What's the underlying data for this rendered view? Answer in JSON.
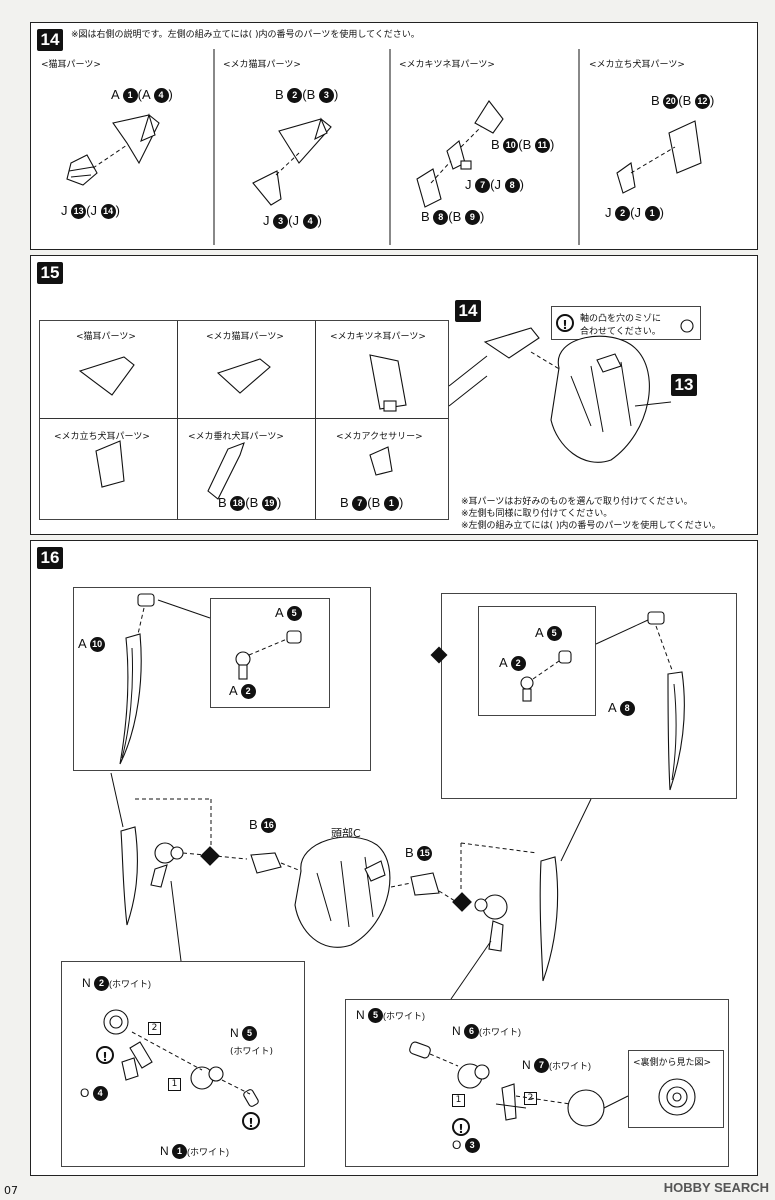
{
  "step14": {
    "number": "14",
    "note": "※図は右側の説明です。左側の組み立てには(  )内の番号のパーツを使用してください。",
    "columns": [
      {
        "title": "<猫耳パーツ>",
        "ref1": "A",
        "n1": "1",
        "alt1": "A",
        "an1": "4",
        "ref2": "J",
        "n2": "13",
        "alt2": "J",
        "an2": "14"
      },
      {
        "title": "<メカ猫耳パーツ>",
        "ref1": "B",
        "n1": "2",
        "alt1": "B",
        "an1": "3",
        "ref2": "J",
        "n2": "3",
        "alt2": "J",
        "an2": "4"
      },
      {
        "title": "<メカキツネ耳パーツ>",
        "ref1": "B",
        "n1": "10",
        "alt1": "B",
        "an1": "11",
        "ref2": "J",
        "n2": "7",
        "alt2": "J",
        "an2": "8",
        "ref3": "B",
        "n3": "8",
        "alt3": "B",
        "an3": "9"
      },
      {
        "title": "<メカ立ち犬耳パーツ>",
        "ref1": "B",
        "n1": "20",
        "alt1": "B",
        "an1": "12",
        "ref2": "J",
        "n2": "2",
        "alt2": "J",
        "an2": "1"
      }
    ]
  },
  "step15": {
    "number": "15",
    "grid": [
      "<猫耳パーツ>",
      "<メカ猫耳パーツ>",
      "<メカキツネ耳パーツ>",
      "<メカ立ち犬耳パーツ>",
      "<メカ垂れ犬耳パーツ>",
      "<メカアクセサリー>"
    ],
    "dog_ref": "B",
    "dog_n": "18",
    "dog_alt": "B",
    "dog_an": "19",
    "acc_ref": "B",
    "acc_n": "7",
    "acc_alt": "B",
    "acc_an": "1",
    "callout_step": "14",
    "callout_text1": "軸の凸を穴のミゾに",
    "callout_text2": "合わせてください。",
    "head_badge": "13",
    "notes": [
      "※耳パーツはお好みのものを選んで取り付けてください。",
      "※左側も同様に取り付けてください。",
      "※左側の組み立てには(  )内の番号のパーツを使用してください。"
    ]
  },
  "step16": {
    "number": "16",
    "left_ref": "A",
    "left_n": "10",
    "left_inset_top_ref": "A",
    "left_inset_top_n": "5",
    "left_inset_bot_ref": "A",
    "left_inset_bot_n": "2",
    "right_ref": "A",
    "right_n": "8",
    "right_inset_top_ref": "A",
    "right_inset_top_n": "5",
    "right_inset_bot_ref": "A",
    "right_inset_bot_n": "2",
    "b16_ref": "B",
    "b16_n": "16",
    "head_label": "頭部C",
    "b15_ref": "B",
    "b15_n": "15",
    "ll": {
      "n2_ref": "N",
      "n2_n": "2",
      "n2_color": "(ホワイト)",
      "n5_ref": "N",
      "n5_n": "5",
      "n5_color": "(ホワイト)",
      "o4_ref": "O",
      "o4_n": "4",
      "n1_ref": "N",
      "n1_n": "1",
      "n1_color": "(ホワイト)",
      "step1": "1",
      "step2": "2"
    },
    "lr": {
      "n5_ref": "N",
      "n5_n": "5",
      "n5_color": "(ホワイト)",
      "n6_ref": "N",
      "n6_n": "6",
      "n6_color": "(ホワイト)",
      "n7_ref": "N",
      "n7_n": "7",
      "n7_color": "(ホワイト)",
      "o3_ref": "O",
      "o3_n": "3",
      "back_title": "<裏側から見た図>",
      "step1": "1",
      "step2": "2"
    }
  },
  "footer": {
    "page": "07",
    "watermark": "HOBBY SEARCH"
  }
}
